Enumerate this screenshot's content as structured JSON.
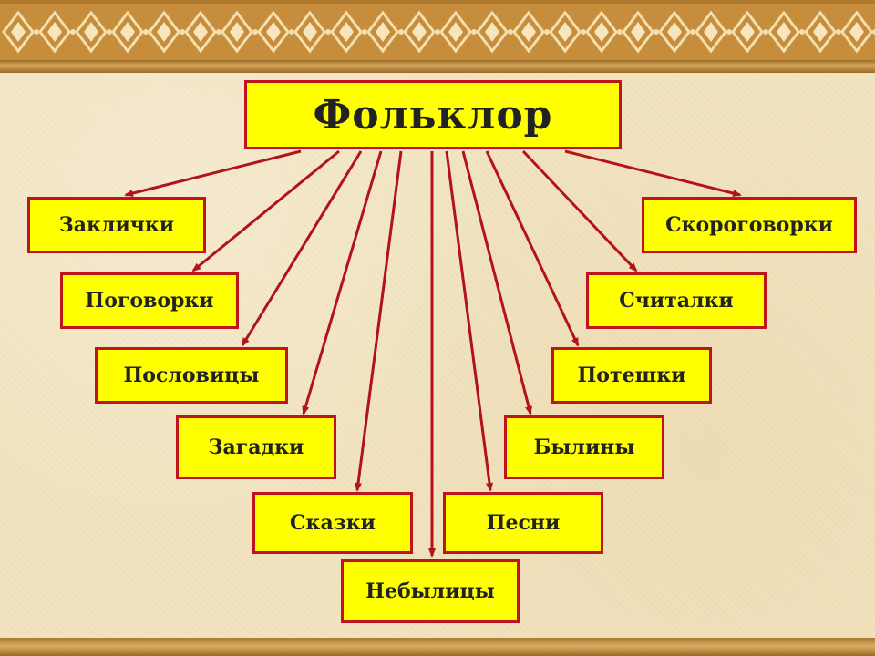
{
  "title": "Фольклор",
  "colors": {
    "box_fill": "#ffff00",
    "box_border": "#c0141c",
    "arrow": "#b3121a",
    "background": "#f2e4c1",
    "ornament": "#c68d3c"
  },
  "left_items": [
    "Заклички",
    "Поговорки",
    "Пословицы",
    "Загадки",
    "Сказки"
  ],
  "right_items": [
    "Скороговорки",
    "Считалки",
    "Потешки",
    "Былины",
    "Песни"
  ],
  "bottom_item": "Небылицы"
}
